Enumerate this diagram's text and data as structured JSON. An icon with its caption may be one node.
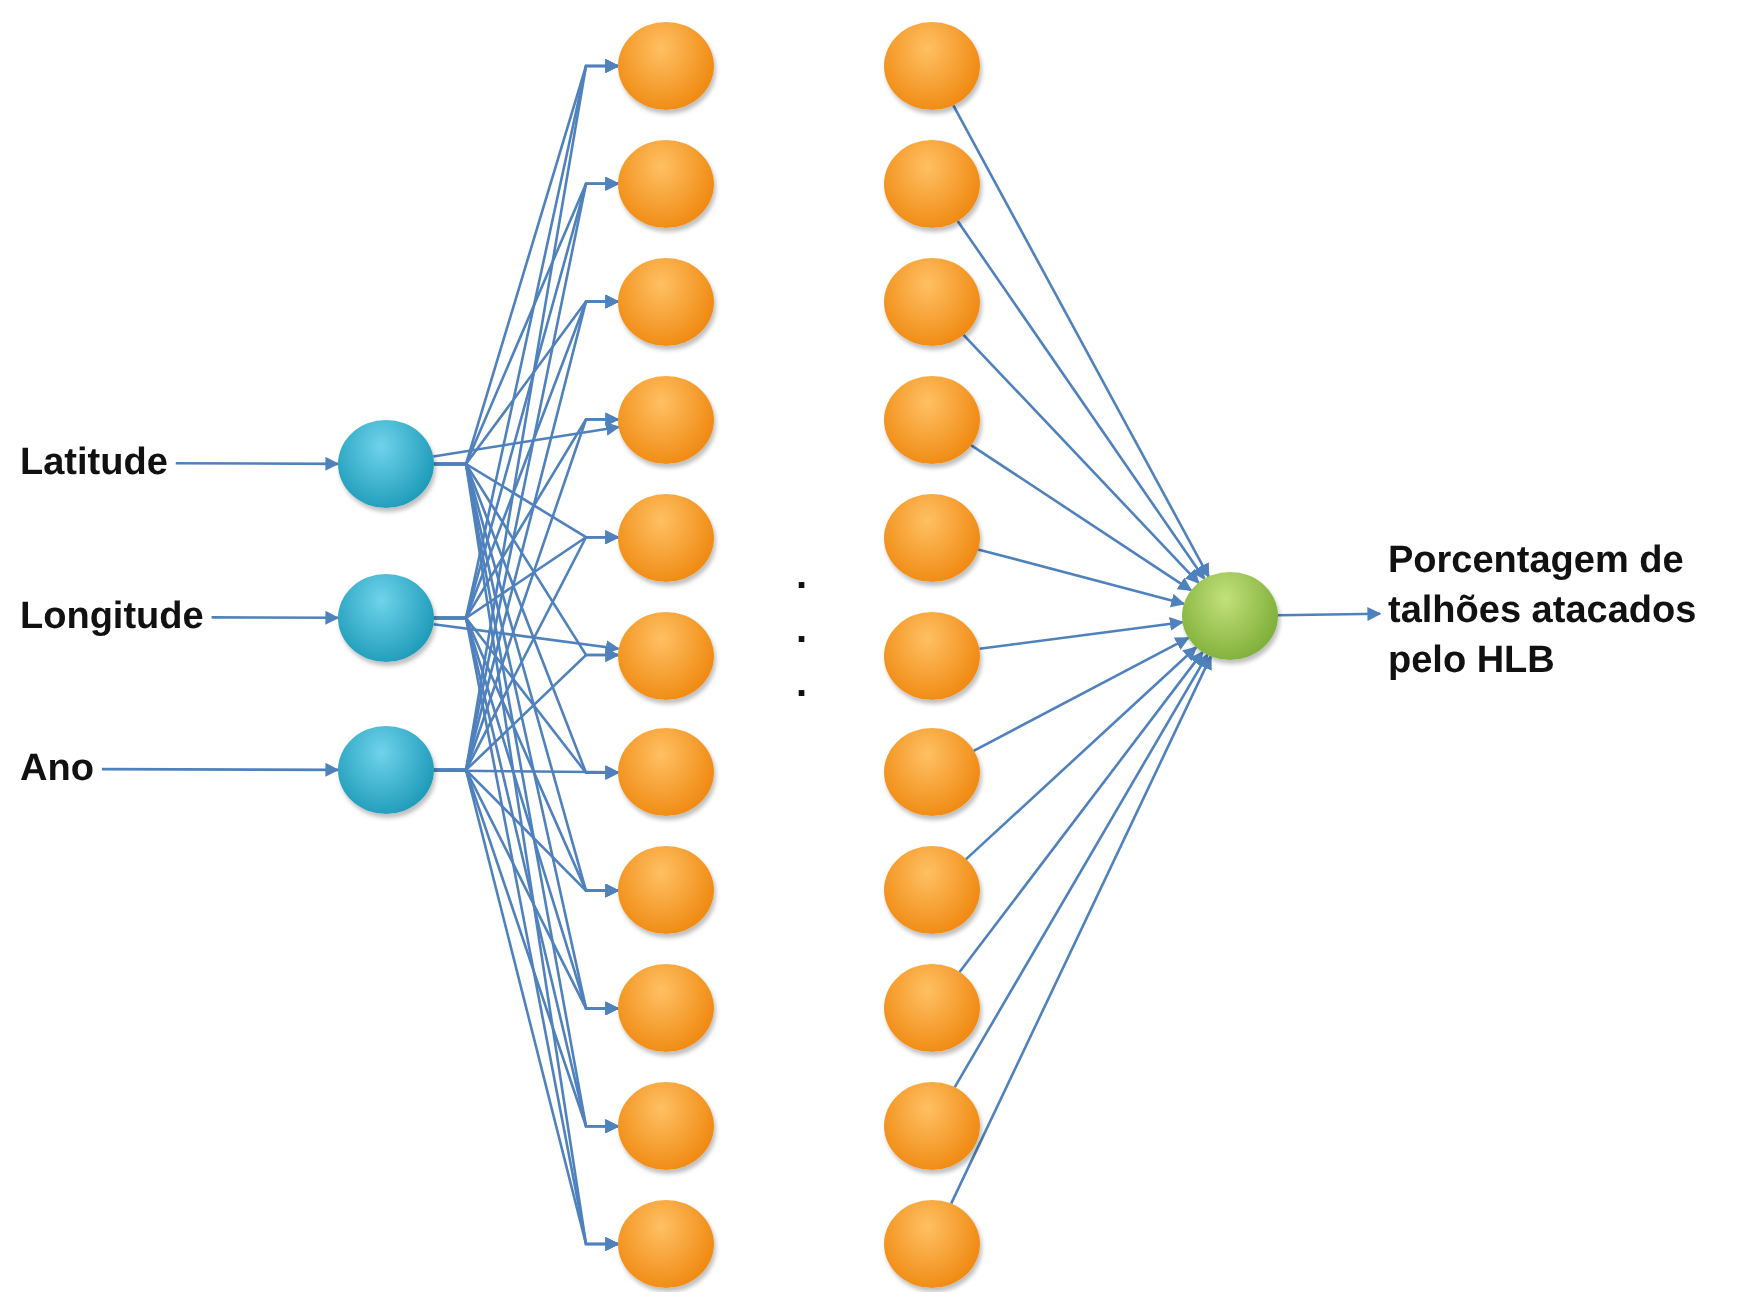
{
  "diagram": {
    "nodes": [
      {
        "text": [
          "Latitude"
        ]
      },
      {
        "text": [
          "Longitude"
        ]
      },
      {
        "text": [
          "Ano"
        ]
      },
      {
        "text": [],
        "shape": "circle"
      },
      {
        "text": [],
        "shape": "circle"
      },
      {
        "text": [],
        "shape": "circle"
      },
      {
        "text": [],
        "shape": "circle"
      },
      {
        "text": [],
        "shape": "circle"
      },
      {
        "text": [],
        "shape": "circle"
      },
      {
        "text": [],
        "shape": "circle"
      },
      {
        "text": [],
        "shape": "circle"
      },
      {
        "text": [],
        "shape": "circle"
      },
      {
        "text": [],
        "shape": "circle"
      },
      {
        "text": [],
        "shape": "circle"
      },
      {
        "text": [],
        "shape": "circle"
      },
      {
        "text": [],
        "shape": "circle"
      },
      {
        "text": [],
        "shape": "circle"
      },
      {
        "text": [],
        "shape": "circle"
      },
      {
        "text": [],
        "shape": "circle"
      },
      {
        "text": [],
        "shape": "circle"
      },
      {
        "text": [],
        "shape": "circle"
      },
      {
        "text": [],
        "shape": "circle"
      },
      {
        "text": [],
        "shape": "circle"
      },
      {
        "text": [],
        "shape": "circle"
      },
      {
        "text": [],
        "shape": "circle"
      },
      {
        "text": [],
        "shape": "circle"
      },
      {
        "text": [],
        "shape": "circle"
      },
      {
        "text": [],
        "shape": "circle"
      },
      {
        "text": [],
        "shape": "circle"
      },
      {
        "text": [
          "Porcentagem de talhões atacados pelo HLB"
        ]
      }
    ],
    "edges": [
      {
        "from": 0,
        "to": 3,
        "arrow": "to"
      },
      {
        "from": 1,
        "to": 4,
        "arrow": "to"
      },
      {
        "from": 2,
        "to": 5,
        "arrow": "to"
      },
      {
        "from": 3,
        "to": 6,
        "arrow": "to"
      },
      {
        "from": 3,
        "to": 7,
        "arrow": "to"
      },
      {
        "from": 3,
        "to": 8,
        "arrow": "to"
      },
      {
        "from": 3,
        "to": 9,
        "arrow": "to"
      },
      {
        "from": 3,
        "to": 10,
        "arrow": "to"
      },
      {
        "from": 3,
        "to": 11,
        "arrow": "to"
      },
      {
        "from": 3,
        "to": 12,
        "arrow": "to"
      },
      {
        "from": 3,
        "to": 13,
        "arrow": "to"
      },
      {
        "from": 3,
        "to": 14,
        "arrow": "to"
      },
      {
        "from": 3,
        "to": 15,
        "arrow": "to"
      },
      {
        "from": 3,
        "to": 16,
        "arrow": "to"
      },
      {
        "from": 4,
        "to": 6,
        "arrow": "to"
      },
      {
        "from": 4,
        "to": 7,
        "arrow": "to"
      },
      {
        "from": 4,
        "to": 8,
        "arrow": "to"
      },
      {
        "from": 4,
        "to": 9,
        "arrow": "to"
      },
      {
        "from": 4,
        "to": 10,
        "arrow": "to"
      },
      {
        "from": 4,
        "to": 11,
        "arrow": "to"
      },
      {
        "from": 4,
        "to": 12,
        "arrow": "to"
      },
      {
        "from": 4,
        "to": 13,
        "arrow": "to"
      },
      {
        "from": 4,
        "to": 14,
        "arrow": "to"
      },
      {
        "from": 4,
        "to": 15,
        "arrow": "to"
      },
      {
        "from": 4,
        "to": 16,
        "arrow": "to"
      },
      {
        "from": 5,
        "to": 6,
        "arrow": "to"
      },
      {
        "from": 5,
        "to": 7,
        "arrow": "to"
      },
      {
        "from": 5,
        "to": 8,
        "arrow": "to"
      },
      {
        "from": 5,
        "to": 9,
        "arrow": "to"
      },
      {
        "from": 5,
        "to": 10,
        "arrow": "to"
      },
      {
        "from": 5,
        "to": 11,
        "arrow": "to"
      },
      {
        "from": 5,
        "to": 12,
        "arrow": "to"
      },
      {
        "from": 5,
        "to": 13,
        "arrow": "to"
      },
      {
        "from": 5,
        "to": 14,
        "arrow": "to"
      },
      {
        "from": 5,
        "to": 15,
        "arrow": "to"
      },
      {
        "from": 5,
        "to": 16,
        "arrow": "to"
      },
      {
        "from": 17,
        "to": 28,
        "arrow": "to"
      },
      {
        "from": 18,
        "to": 28,
        "arrow": "to"
      },
      {
        "from": 19,
        "to": 28,
        "arrow": "to"
      },
      {
        "from": 20,
        "to": 28,
        "arrow": "to"
      },
      {
        "from": 21,
        "to": 28,
        "arrow": "to"
      },
      {
        "from": 22,
        "to": 28,
        "arrow": "to"
      },
      {
        "from": 23,
        "to": 28,
        "arrow": "to"
      },
      {
        "from": 24,
        "to": 28,
        "arrow": "to"
      },
      {
        "from": 25,
        "to": 28,
        "arrow": "to"
      },
      {
        "from": 26,
        "to": 28,
        "arrow": "to"
      },
      {
        "from": 27,
        "to": 28,
        "arrow": "to"
      },
      {
        "from": 28,
        "to": 29,
        "arrow": "to"
      }
    ],
    "labels": [
      ".",
      ".",
      "."
    ]
  }
}
